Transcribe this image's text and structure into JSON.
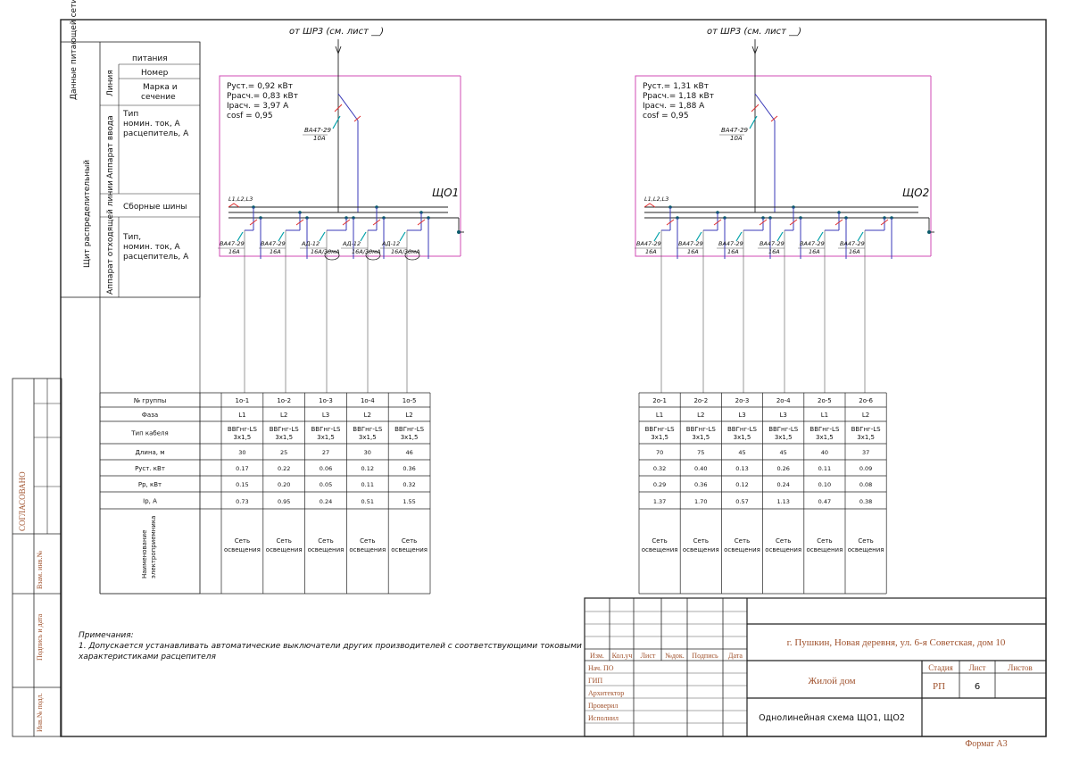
{
  "feeds": {
    "left_label": "от ШР3 (см. лист __)",
    "right_label": "от ШР3 (см. лист __)"
  },
  "side_table": {
    "head_network": "Данные питающей сети",
    "head_line": "Линия",
    "head_apparatus_in": "Аппарат ввода",
    "head_board": "Щит распределительный",
    "head_apparatus_out": "Аппарат отходящей линии",
    "row_supply": "питания",
    "row_number": "Номер",
    "row_brand_1": "Марка и",
    "row_brand_2": "сечение",
    "row_type_1": "Тип",
    "row_type_2": "номин. ток, А",
    "row_type_3": "расцепитель, А",
    "row_busbars": "Сборные шины",
    "row_out_1": "Тип,",
    "row_out_2": "номин. ток, А",
    "row_out_3": "расцепитель, А"
  },
  "boards": [
    {
      "name": "ЩО1",
      "params": [
        "Руст.= 0,92 кВт",
        "Ррасч.= 0,83 кВт",
        "Iрасч. = 3,97 А",
        "cosf = 0,95"
      ],
      "input_breaker": "ВА47-29",
      "input_rating": "10А",
      "bus_label": "L1,L2,L3",
      "outgoing": [
        {
          "device": "ВА47-29",
          "rating": "16А"
        },
        {
          "device": "ВА47-29",
          "rating": "16А"
        },
        {
          "device": "АД-12",
          "rating": "16А/30мА"
        },
        {
          "device": "АД-12",
          "rating": "16А/30мА"
        },
        {
          "device": "АД-12",
          "rating": "16А/30мА"
        }
      ]
    },
    {
      "name": "ЩО2",
      "params": [
        "Руст.= 1,31 кВт",
        "Ррасч.= 1,18 кВт",
        "Iрасч. = 1,88 А",
        "cosf = 0,95"
      ],
      "input_breaker": "ВА47-29",
      "input_rating": "10А",
      "bus_label": "L1,L2,L3",
      "outgoing": [
        {
          "device": "ВА47-29",
          "rating": "16А"
        },
        {
          "device": "ВА47-29",
          "rating": "16А"
        },
        {
          "device": "ВА47-29",
          "rating": "16А"
        },
        {
          "device": "ВА47-29",
          "rating": "16А"
        },
        {
          "device": "ВА47-29",
          "rating": "16А"
        },
        {
          "device": "ВА47-29",
          "rating": "16А"
        }
      ]
    }
  ],
  "group_table": {
    "row_headers": [
      "№ группы",
      "Фаза",
      "Тип кабеля",
      "Длина, м",
      "Руст. кВт",
      "Рр, кВт",
      "Iр, А",
      "Наименование электроприемника"
    ],
    "left_groups": [
      {
        "id": "1о-1",
        "phase": "L1",
        "cable1": "ВВГнг-LS",
        "cable2": "3х1,5",
        "len": "30",
        "pust": "0.17",
        "pr": "0.15",
        "ir": "0.73",
        "name1": "Сеть",
        "name2": "освещения"
      },
      {
        "id": "1о-2",
        "phase": "L2",
        "cable1": "ВВГнг-LS",
        "cable2": "3х1,5",
        "len": "25",
        "pust": "0.22",
        "pr": "0.20",
        "ir": "0.95",
        "name1": "Сеть",
        "name2": "освещения"
      },
      {
        "id": "1о-3",
        "phase": "L3",
        "cable1": "ВВГнг-LS",
        "cable2": "3х1,5",
        "len": "27",
        "pust": "0.06",
        "pr": "0.05",
        "ir": "0.24",
        "name1": "Сеть",
        "name2": "освещения"
      },
      {
        "id": "1о-4",
        "phase": "L2",
        "cable1": "ВВГнг-LS",
        "cable2": "3х1,5",
        "len": "30",
        "pust": "0.12",
        "pr": "0.11",
        "ir": "0.51",
        "name1": "Сеть",
        "name2": "освещения"
      },
      {
        "id": "1о-5",
        "phase": "L2",
        "cable1": "ВВГнг-LS",
        "cable2": "3х1,5",
        "len": "46",
        "pust": "0.36",
        "pr": "0.32",
        "ir": "1.55",
        "name1": "Сеть",
        "name2": "освещения"
      }
    ],
    "right_groups": [
      {
        "id": "2о-1",
        "phase": "L1",
        "cable1": "ВВГнг-LS",
        "cable2": "3х1,5",
        "len": "70",
        "pust": "0.32",
        "pr": "0.29",
        "ir": "1.37",
        "name1": "Сеть",
        "name2": "освещения"
      },
      {
        "id": "2о-2",
        "phase": "L2",
        "cable1": "ВВГнг-LS",
        "cable2": "3х1,5",
        "len": "75",
        "pust": "0.40",
        "pr": "0.36",
        "ir": "1.70",
        "name1": "Сеть",
        "name2": "освещения"
      },
      {
        "id": "2о-3",
        "phase": "L3",
        "cable1": "ВВГнг-LS",
        "cable2": "3х1,5",
        "len": "45",
        "pust": "0.13",
        "pr": "0.12",
        "ir": "0.57",
        "name1": "Сеть",
        "name2": "освещения"
      },
      {
        "id": "2о-4",
        "phase": "L3",
        "cable1": "ВВГнг-LS",
        "cable2": "3х1,5",
        "len": "45",
        "pust": "0.26",
        "pr": "0.24",
        "ir": "1.13",
        "name1": "Сеть",
        "name2": "освещения"
      },
      {
        "id": "2о-5",
        "phase": "L1",
        "cable1": "ВВГнг-LS",
        "cable2": "3х1,5",
        "len": "40",
        "pust": "0.11",
        "pr": "0.10",
        "ir": "0.47",
        "name1": "Сеть",
        "name2": "освещения"
      },
      {
        "id": "2о-6",
        "phase": "L2",
        "cable1": "ВВГнг-LS",
        "cable2": "3х1,5",
        "len": "37",
        "pust": "0.09",
        "pr": "0.08",
        "ir": "0.38",
        "name1": "Сеть",
        "name2": "освещения"
      }
    ]
  },
  "notes": {
    "title": "Примечания:",
    "line1": "1. Допускается устанавливать автоматические выключатели других производителей с соответствующими токовыми",
    "line2": "характеристиками расцепителя"
  },
  "margin_labels": {
    "agreed": "СОГЛАСОВАНО",
    "replace": "Взам. инв.№",
    "sign_date": "Подпись и дата",
    "inv": "Инв.№ подл."
  },
  "title_block": {
    "address": "г. Пушкин, Новая деревня, ул. 6-я Советская, дом 10",
    "object": "Жилой дом",
    "sheet_title": "Однолинейная схема ЩО1, ЩО2",
    "cols": [
      "Изм.",
      "Кол.уч",
      "Лист",
      "№док.",
      "Подпись",
      "Дата"
    ],
    "roles": [
      "Нач. ПО",
      "ГИП",
      "Архитектор",
      "Проверил",
      "Исполнил"
    ],
    "stage_label": "Стадия",
    "sheet_label": "Лист",
    "sheets_label": "Листов",
    "stage": "РП",
    "sheet": "6",
    "format": "Формат А3"
  }
}
